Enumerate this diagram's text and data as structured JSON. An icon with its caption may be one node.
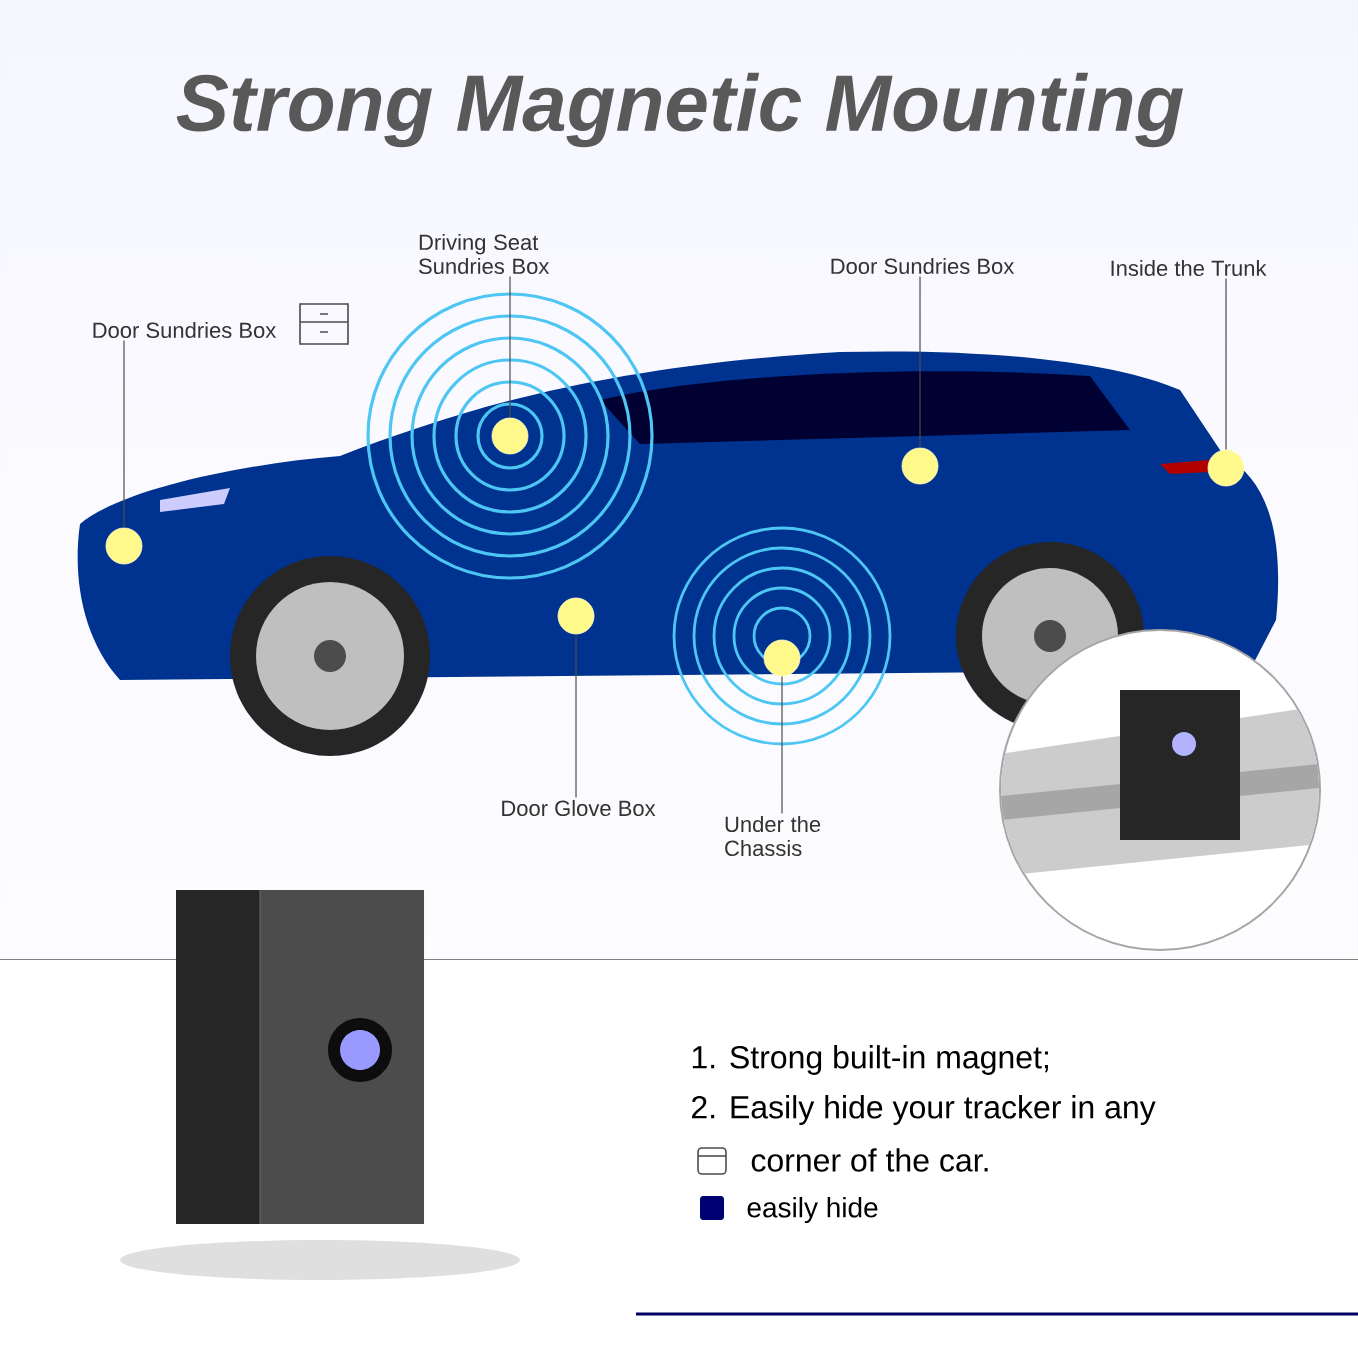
{
  "diagram": {
    "title": "Strong Magnetic Mounting",
    "nodes": [
      {
        "text": [
          "Door Sundries Box"
        ]
      },
      {
        "text": [],
        "shape": "circle"
      },
      {
        "text": [
          "Driving Seat Sundries Box"
        ]
      },
      {
        "text": [],
        "shape": "circle"
      },
      {
        "text": [
          "Door Sundries Box"
        ]
      },
      {
        "text": [],
        "shape": "circle"
      },
      {
        "text": [
          "Inside the Trunk"
        ]
      },
      {
        "text": [],
        "shape": "circle"
      },
      {
        "text": [
          "Door Glove Box"
        ]
      },
      {
        "text": [],
        "shape": "circle"
      },
      {
        "text": [
          "Under the Chassis"
        ]
      },
      {
        "text": [],
        "shape": "circle"
      }
    ],
    "edges": [
      {
        "from": 0,
        "to": 1,
        "arrow": "none"
      },
      {
        "from": 2,
        "to": 3,
        "arrow": "none"
      },
      {
        "from": 4,
        "to": 5,
        "arrow": "none"
      },
      {
        "from": 6,
        "to": 7,
        "arrow": "none"
      },
      {
        "from": 8,
        "to": 9,
        "arrow": "none"
      },
      {
        "from": 10,
        "to": 11,
        "arrow": "none"
      }
    ],
    "labels": [
      "1. Strong built-in magnet;",
      "2.  Easily hide your tracker in any",
      "corner of the car.",
      "easily hide"
    ]
  }
}
